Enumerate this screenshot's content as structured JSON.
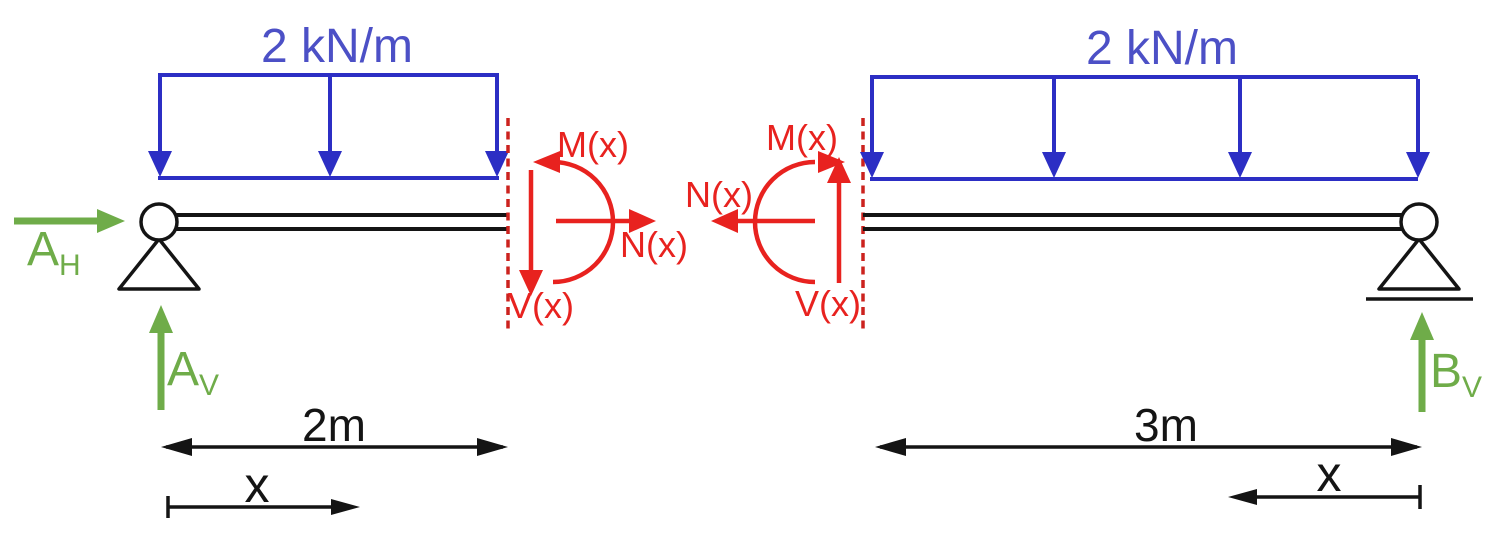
{
  "diagram": {
    "left_system": {
      "load_label": "2 kN/m",
      "support_reactions": {
        "horizontal": {
          "main": "A",
          "sub": "H"
        },
        "vertical": {
          "main": "A",
          "sub": "V"
        }
      },
      "cut_forces": {
        "moment": "M(x)",
        "normal": "N(x)",
        "shear": "V(x)"
      },
      "dimensions": {
        "span": "2m",
        "x": "x"
      }
    },
    "right_system": {
      "load_label": "2 kN/m",
      "support_reactions": {
        "vertical": {
          "main": "B",
          "sub": "V"
        }
      },
      "cut_forces": {
        "moment": "M(x)",
        "normal": "N(x)",
        "shear": "V(x)"
      },
      "dimensions": {
        "span": "3m",
        "x": "x"
      }
    },
    "colors": {
      "load": "#2c2ec4",
      "load_text": "#4c50c6",
      "internal": "#e8221f",
      "cut_line": "#cc221e",
      "reaction": "#6fac49",
      "ink": "#141414"
    }
  }
}
